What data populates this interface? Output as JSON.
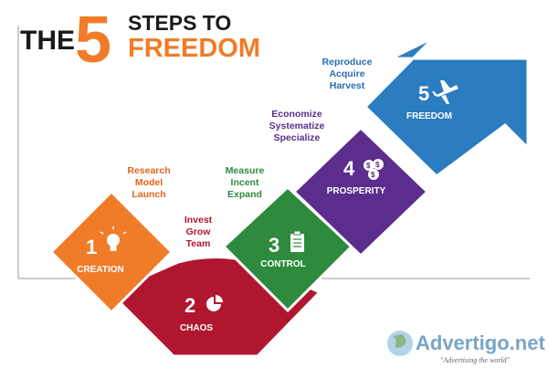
{
  "title": {
    "word_the": "THE",
    "number": "5",
    "line_steps": "STEPS TO",
    "line_freedom": "FREEDOM"
  },
  "steps": [
    {
      "number": "1",
      "label": "CREATION",
      "icon": "lightbulb-icon",
      "color": "#f07c2a",
      "notes": [
        "Research",
        "Model",
        "Launch"
      ],
      "note_color": "#e8621c"
    },
    {
      "number": "2",
      "label": "CHAOS",
      "icon": "pie-chart-icon",
      "color": "#b0172f",
      "notes": [
        "Invest",
        "Grow",
        "Team"
      ],
      "note_color": "#b0172f"
    },
    {
      "number": "3",
      "label": "CONTROL",
      "icon": "clipboard-icon",
      "color": "#2e8b3d",
      "notes": [
        "Measure",
        "Incent",
        "Expand"
      ],
      "note_color": "#2e8b3d"
    },
    {
      "number": "4",
      "label": "PROSPERITY",
      "icon": "money-bags-icon",
      "color": "#5b2d8c",
      "notes": [
        "Economize",
        "Systematize",
        "Specialize"
      ],
      "note_color": "#5b2d8c"
    },
    {
      "number": "5",
      "label": "FREEDOM",
      "icon": "airplane-icon",
      "color": "#2b7cc0",
      "notes": [
        "Reproduce",
        "Acquire",
        "Harvest"
      ],
      "note_color": "#2b6cb0"
    }
  ],
  "watermark": {
    "brand": "Advertigo.net",
    "tagline": "\"Advertising the world\""
  },
  "colors": {
    "title_dark": "#1a1a1a",
    "title_orange": "#f07c2a",
    "axis": "#bbbbbb"
  }
}
